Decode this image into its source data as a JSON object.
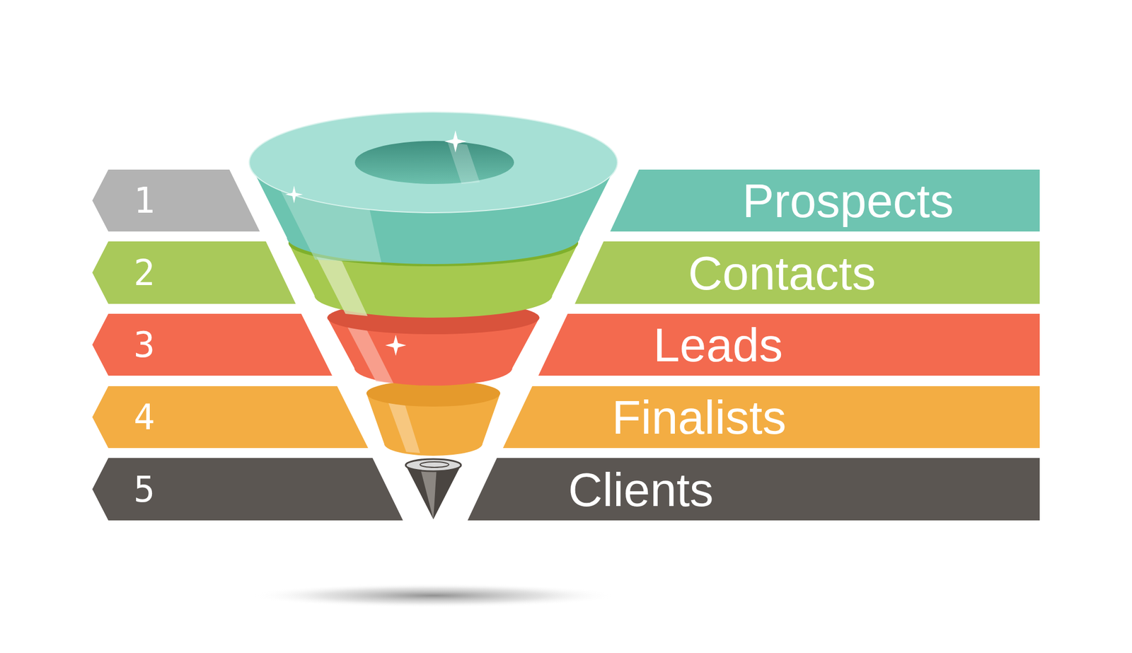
{
  "diagram": {
    "nodes": [
      {
        "text": [
          "1"
        ]
      },
      {
        "text": [
          "Prospects"
        ]
      },
      {
        "text": [
          "2"
        ]
      },
      {
        "text": [
          "Contacts"
        ]
      },
      {
        "text": [
          "3"
        ]
      },
      {
        "text": [
          "Leads"
        ]
      },
      {
        "text": [
          "4"
        ]
      },
      {
        "text": [
          "Finalists"
        ]
      },
      {
        "text": [
          "5"
        ]
      },
      {
        "text": [
          "Clients"
        ]
      }
    ]
  }
}
